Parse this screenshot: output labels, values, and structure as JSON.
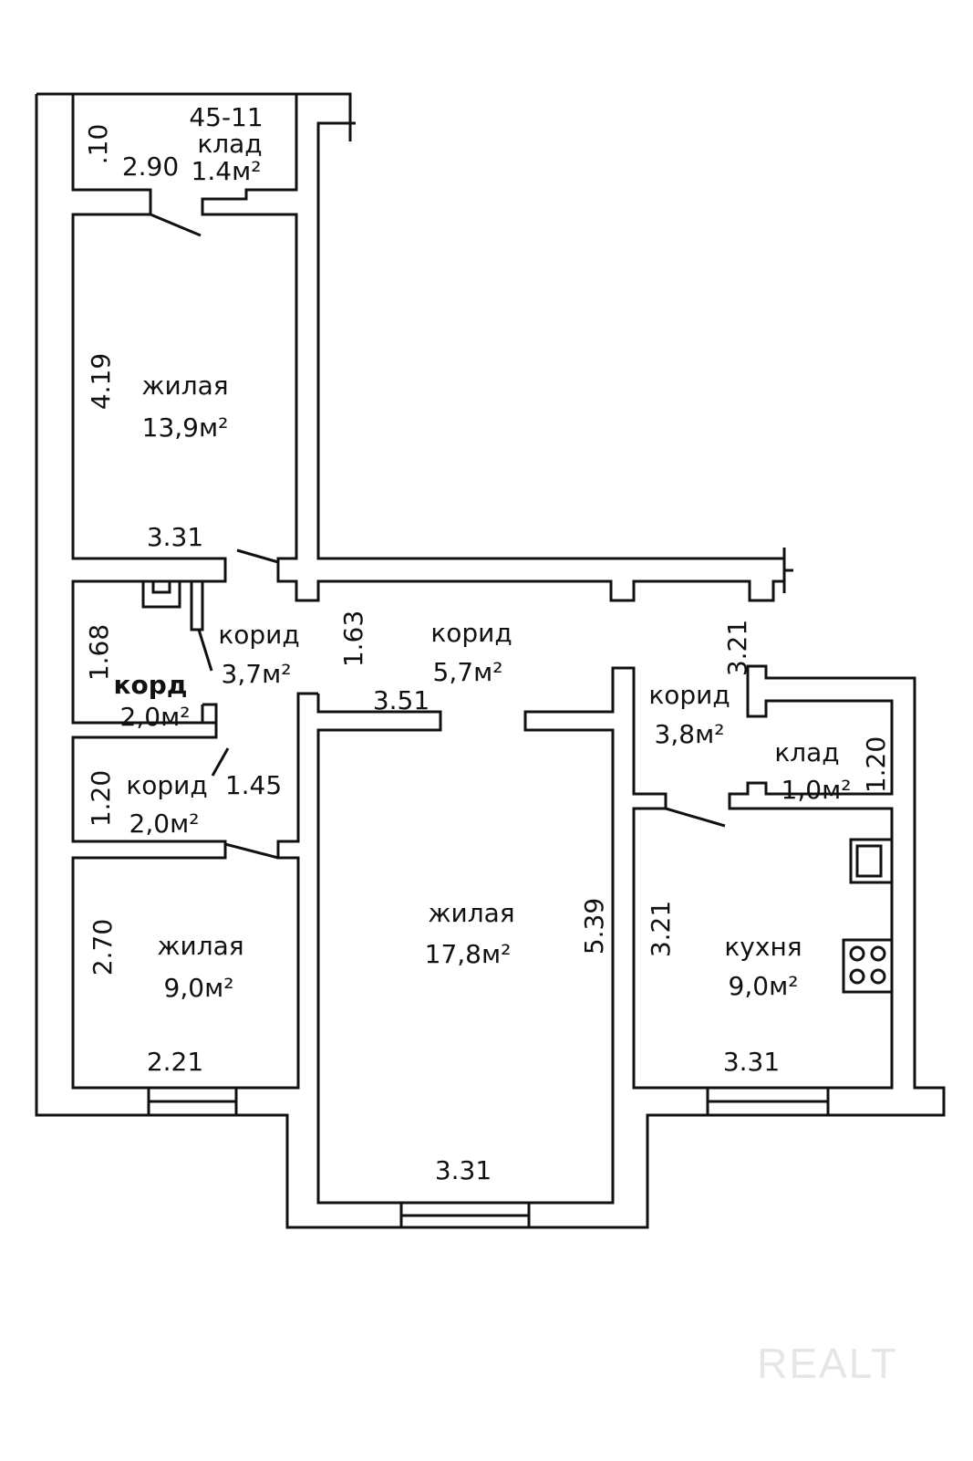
{
  "plan": {
    "apartment_code": "45-11",
    "watermark": "REALT",
    "rooms": [
      {
        "name": "клад",
        "area": "1.4м²"
      },
      {
        "name": "жилая",
        "area": "13,9м²"
      },
      {
        "name": "корид",
        "area": "3,7м²"
      },
      {
        "name": "корд",
        "area": "2,0м²"
      },
      {
        "name": "корид",
        "area": "2,0м²"
      },
      {
        "name": "жилая",
        "area": "9,0м²"
      },
      {
        "name": "корид",
        "area": "5,7м²"
      },
      {
        "name": "жилая",
        "area": "17,8м²"
      },
      {
        "name": "корид",
        "area": "3,8м²"
      },
      {
        "name": "клад",
        "area": "1,0м²"
      },
      {
        "name": "кухня",
        "area": "9,0м²"
      }
    ],
    "dimensions": {
      "klad_top_h": ".10",
      "klad_top_w": "2.90",
      "room1_h": "4.19",
      "room1_w": "3.31",
      "kord_h": "1.68",
      "korid37_h": "1.63",
      "korid20_h": "1.20",
      "korid20_w": "1.45",
      "room9_h": "2.70",
      "room9_w": "2.21",
      "korid57_w": "3.51",
      "room17_h": "5.39",
      "room17_w": "3.31",
      "korid38_h": "3.21",
      "klad10_h": "1.20",
      "kitchen_h": "3.21",
      "kitchen_w": "3.31"
    }
  }
}
